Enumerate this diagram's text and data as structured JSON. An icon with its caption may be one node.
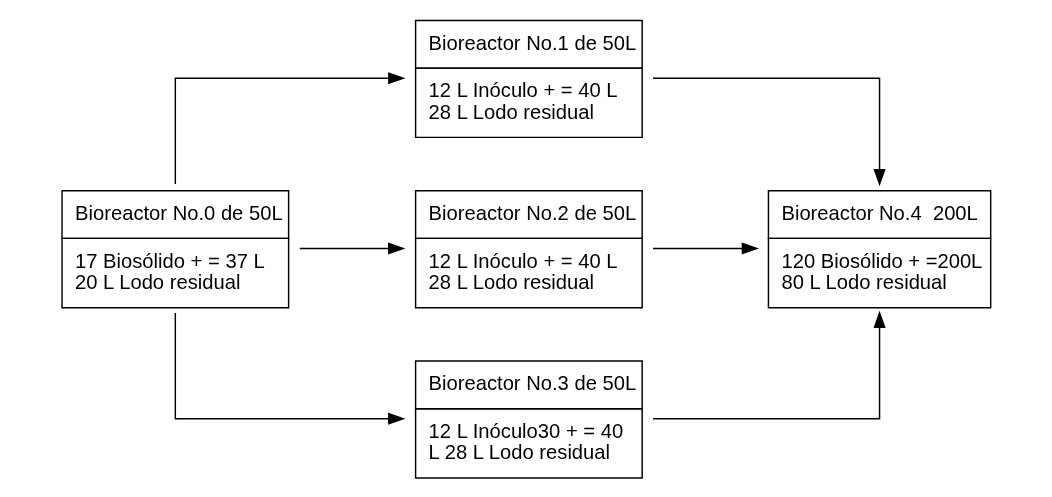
{
  "diagram": {
    "nodes": [
      {
        "text": [
          "Bioreactor No.0 de 50L",
          "17 Biosólido + = 37 L 20 L Lodo residual"
        ]
      },
      {
        "text": [
          "Bioreactor No.1 de 50L",
          "12 L Inóculo + = 40 L 28 L Lodo residual"
        ]
      },
      {
        "text": [
          "Bioreactor No.2 de 50L",
          "12 L Inóculo + = 40 L 28 L Lodo residual"
        ]
      },
      {
        "text": [
          "Bioreactor No.3 de 50L",
          "12 L Inóculo30 + = 40 L 28 L Lodo residual"
        ]
      },
      {
        "text": [
          "Bioreactor No.4  200L",
          "120 Biosólido + =200L 80 L Lodo residual"
        ]
      }
    ],
    "edges": [
      {
        "from": 0,
        "to": 1,
        "arrow": "to"
      },
      {
        "from": 0,
        "to": 2,
        "arrow": "to"
      },
      {
        "from": 0,
        "to": 3,
        "arrow": "to"
      },
      {
        "from": 1,
        "to": 4,
        "arrow": "to"
      },
      {
        "from": 2,
        "to": 4,
        "arrow": "to"
      },
      {
        "from": 3,
        "to": 4,
        "arrow": "to"
      }
    ]
  }
}
